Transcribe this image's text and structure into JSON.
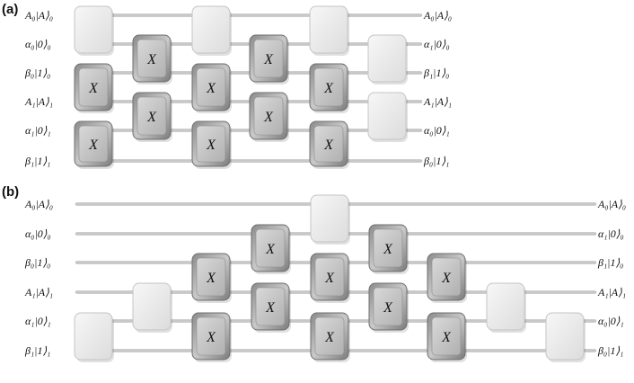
{
  "panels": [
    {
      "label": "(a)",
      "left_labels": [
        "A₀|A⟩₀",
        "α₀|0⟩₀",
        "β₀|1⟩₀",
        "A₁|A⟩₁",
        "α₁|0⟩₁",
        "β₁|1⟩₁"
      ],
      "right_labels": [
        "A₀|A⟩₀",
        "α₁|0⟩₀",
        "β₁|1⟩₀",
        "A₁|A⟩₁",
        "α₀|0⟩₁",
        "β₀|1⟩₁"
      ],
      "gate_symbol": "X"
    },
    {
      "label": "(b)",
      "left_labels": [
        "A₀|A⟩₀",
        "α₀|0⟩₀",
        "β₀|1⟩₀",
        "A₁|A⟩₁",
        "α₁|0⟩₁",
        "β₁|1⟩₁"
      ],
      "right_labels": [
        "A₀|A⟩₀",
        "α₁|0⟩₀",
        "β₁|1⟩₀",
        "A₁|A⟩₁",
        "α₀|0⟩₁",
        "β₀|1⟩₁"
      ],
      "gate_symbol": "X"
    }
  ],
  "colors": {
    "wire": "#c8c8c8",
    "light_gate": "#ececec",
    "dark_gate": "#9a9a9a",
    "text": "#111111"
  }
}
